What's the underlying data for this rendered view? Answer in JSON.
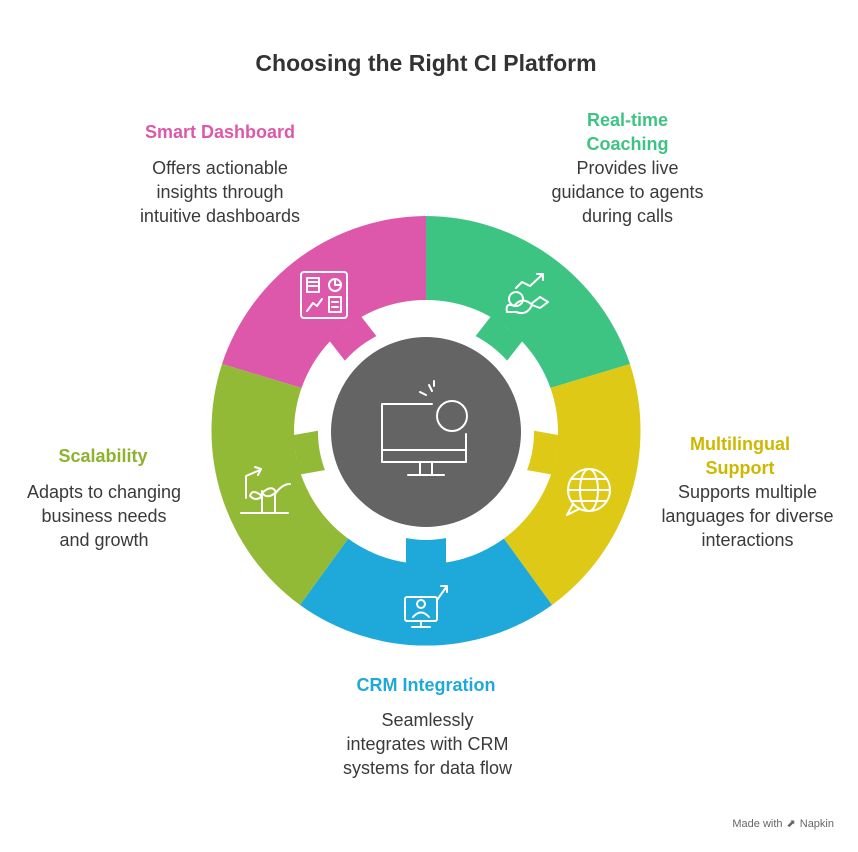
{
  "title": "Choosing the Right CI Platform",
  "segments": [
    {
      "label": "Smart Dashboard",
      "description": "Offers actionable insights through intuitive dashboards",
      "color": "#DD58AA",
      "icon": "dashboard-icon"
    },
    {
      "label": "Real-time Coaching",
      "description": "Provides live guidance to agents during calls",
      "color": "#3EC482",
      "icon": "coaching-icon"
    },
    {
      "label": "Multilingual Support",
      "description": "Supports multiple languages for diverse interactions",
      "color": "#DEC916",
      "icon": "globe-icon"
    },
    {
      "label": "CRM Integration",
      "description": "Seamlessly integrates with CRM systems for data flow",
      "color": "#1FA9DB",
      "icon": "crm-icon"
    },
    {
      "label": "Scalability",
      "description": "Adapts to changing business needs and growth",
      "color": "#92BA36",
      "icon": "growth-icon"
    }
  ],
  "center": {
    "color": "#646464",
    "icon": "monitor-icon"
  },
  "footer": {
    "made_with": "Made with",
    "brand": "Napkin"
  }
}
